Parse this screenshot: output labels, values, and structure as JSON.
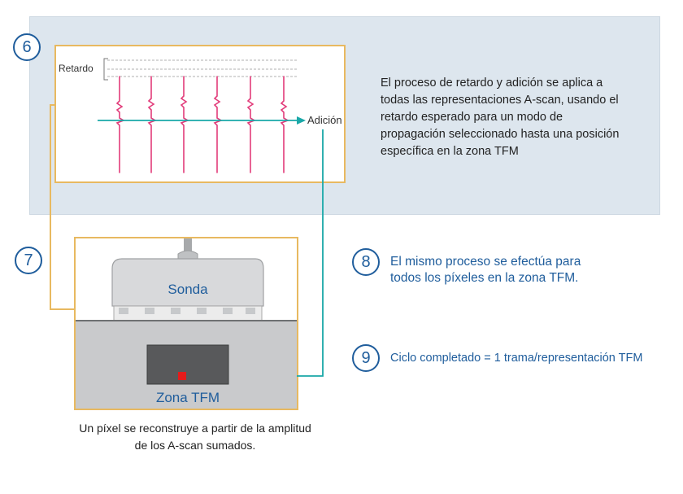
{
  "steps": {
    "six": {
      "number": "6"
    },
    "seven": {
      "number": "7"
    },
    "eight": {
      "number": "8",
      "text_line1": "El mismo proceso se efectúa para",
      "text_line2": "todos los píxeles en la zona TFM."
    },
    "nine": {
      "number": "9",
      "text": "Ciclo completado = 1 trama/representación TFM"
    }
  },
  "description": {
    "lines": [
      "El proceso de retardo y adición se aplica a",
      "todas las representaciones A-scan, usando el",
      "retardo esperado para un modo de",
      "propagación seleccionado hasta una posición",
      "específica en la zona TFM"
    ]
  },
  "diagram": {
    "retardo_label": "Retardo",
    "adicion_label": "Adición",
    "sonda_label": "Sonda",
    "zona_label": "Zona TFM"
  },
  "caption": {
    "line1": "Un píxel se reconstruye a partir de la amplitud",
    "line2": "de los A-scan sumados."
  },
  "colors": {
    "accent_blue": "#1f5d9c",
    "box_border": "#e8b960",
    "ascan_line": "#e23c7a",
    "teal_arrow": "#1aa8a8",
    "pixel": "#e41b1b",
    "panel_bg": "#dde6ee"
  }
}
